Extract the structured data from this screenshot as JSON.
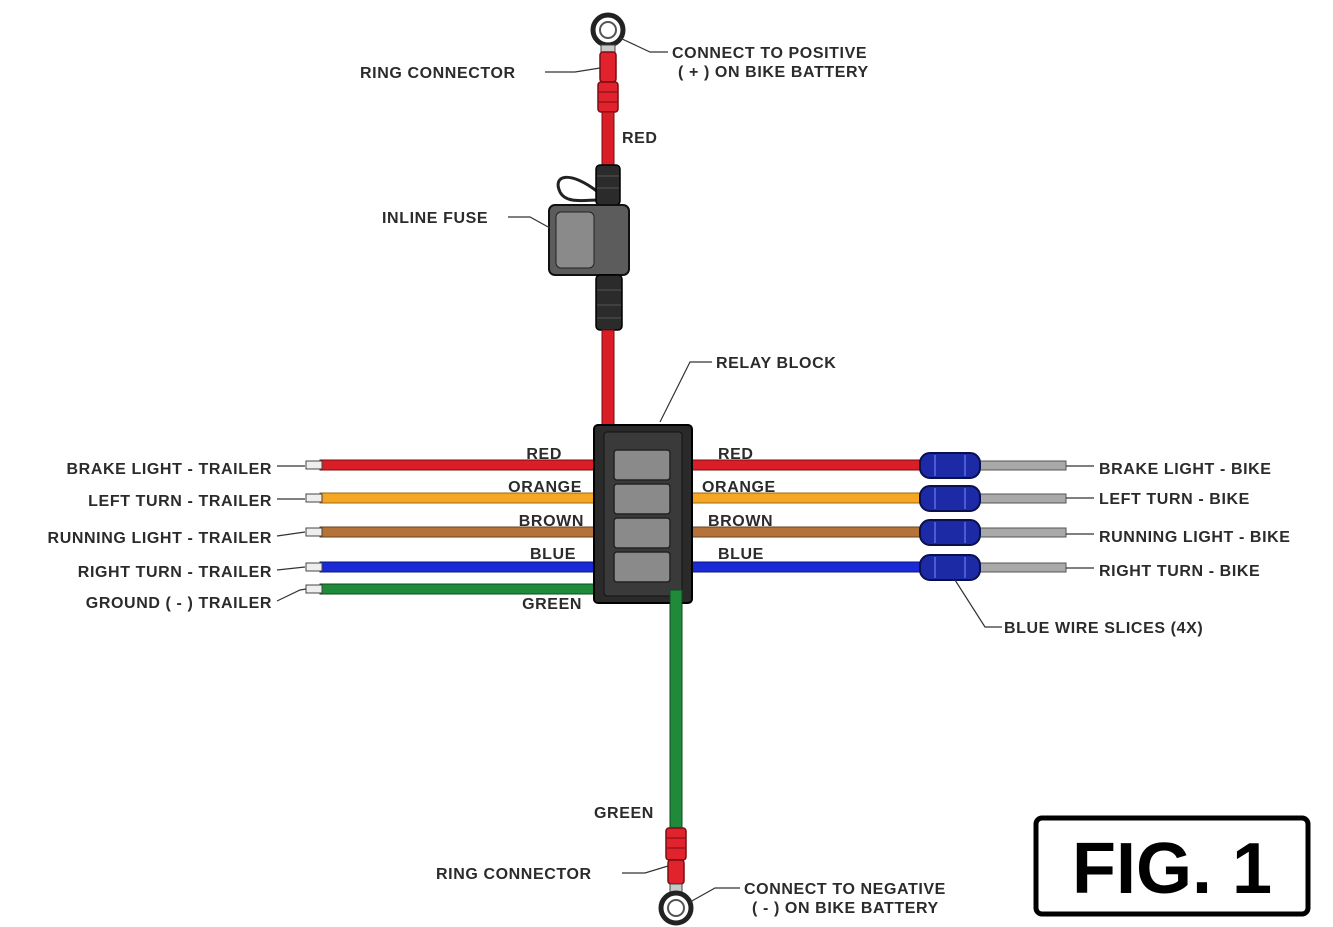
{
  "colors": {
    "red": "#d91e27",
    "orange": "#f5a623",
    "brown": "#b5733a",
    "blue": "#1a2bd6",
    "green": "#1f8a3a",
    "gray": "#a9a9a9",
    "splice": "#1d2aa6",
    "relay_block": "#2a2a2a",
    "relay_face": "#8a8a8a"
  },
  "labels": {
    "ring_connector_top": "RING CONNECTOR",
    "connect_positive_1": "CONNECT TO POSITIVE",
    "connect_positive_2": "( + ) ON BIKE BATTERY",
    "red_wire": "RED",
    "inline_fuse": "INLINE FUSE",
    "relay_block": "RELAY BLOCK",
    "blue_wire_slices": "BLUE WIRE SLICES (4X)",
    "green_wire": "GREEN",
    "ring_connector_bottom": "RING CONNECTOR",
    "connect_negative_1": "CONNECT TO NEGATIVE",
    "connect_negative_2": "( - ) ON BIKE BATTERY",
    "fig": "FIG. 1"
  },
  "left_side": [
    {
      "label": "BRAKE LIGHT - TRAILER",
      "wire": "RED",
      "color": "red"
    },
    {
      "label": "LEFT TURN - TRAILER",
      "wire": "ORANGE",
      "color": "orange"
    },
    {
      "label": "RUNNING LIGHT - TRAILER",
      "wire": "BROWN",
      "color": "brown"
    },
    {
      "label": "RIGHT TURN - TRAILER",
      "wire": "BLUE",
      "color": "blue"
    },
    {
      "label": "GROUND ( - ) TRAILER",
      "wire": "GREEN",
      "color": "green"
    }
  ],
  "right_side": [
    {
      "label": "BRAKE LIGHT - BIKE",
      "wire": "RED",
      "color": "red"
    },
    {
      "label": "LEFT TURN - BIKE",
      "wire": "ORANGE",
      "color": "orange"
    },
    {
      "label": "RUNNING LIGHT - BIKE",
      "wire": "BROWN",
      "color": "brown"
    },
    {
      "label": "RIGHT TURN - BIKE",
      "wire": "BLUE",
      "color": "blue"
    }
  ]
}
